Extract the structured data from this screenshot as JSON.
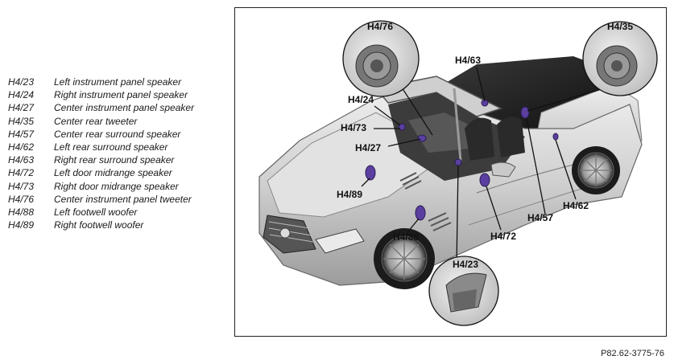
{
  "legend": [
    {
      "code": "H4/23",
      "desc": "Left instrument panel speaker"
    },
    {
      "code": "H4/24",
      "desc": "Right instrument panel speaker"
    },
    {
      "code": "H4/27",
      "desc": "Center instrument panel speaker"
    },
    {
      "code": "H4/35",
      "desc": "Center rear tweeter"
    },
    {
      "code": "H4/57",
      "desc": "Center rear surround speaker"
    },
    {
      "code": "H4/62",
      "desc": "Left rear surround speaker"
    },
    {
      "code": "H4/63",
      "desc": "Right rear surround speaker"
    },
    {
      "code": "H4/72",
      "desc": "Left door midrange speaker"
    },
    {
      "code": "H4/73",
      "desc": "Right door midrange speaker"
    },
    {
      "code": "H4/76",
      "desc": "Center instrument panel tweeter"
    },
    {
      "code": "H4/88",
      "desc": "Left footwell woofer"
    },
    {
      "code": "H4/89",
      "desc": "Right footwell woofer"
    }
  ],
  "callouts": {
    "h4_76": "H4/76",
    "h4_35": "H4/35",
    "h4_63": "H4/63",
    "h4_24": "H4/24",
    "h4_73": "H4/73",
    "h4_27": "H4/27",
    "h4_89": "H4/89",
    "h4_88": "H4/88",
    "h4_72": "H4/72",
    "h4_57": "H4/57",
    "h4_62": "H4/62",
    "h4_23": "H4/23"
  },
  "reference": "P82.62-3775-76",
  "colors": {
    "speaker": "#5b3fa0",
    "body": "#d4d4d4",
    "line": "#111111"
  }
}
